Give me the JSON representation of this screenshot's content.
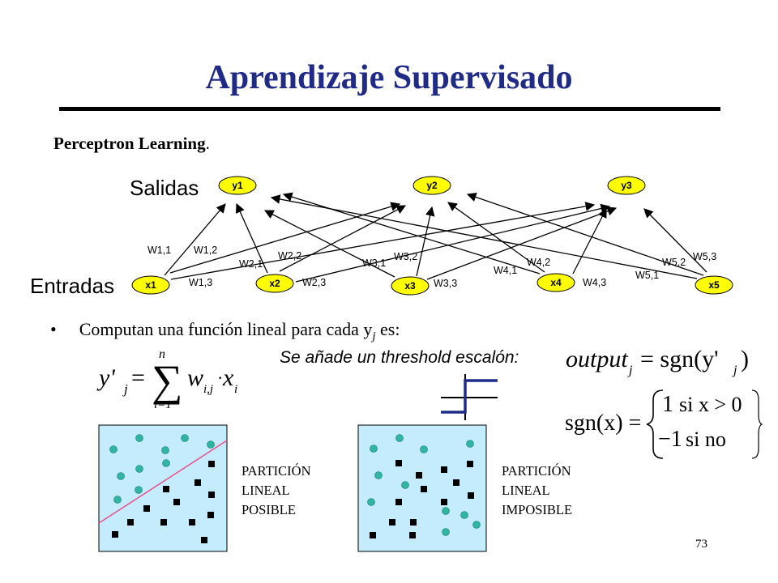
{
  "slide": {
    "title": "Aprendizaje Supervisado",
    "subtitle": "Perceptron Learning",
    "subtitle_period": ".",
    "page_number": "73"
  },
  "network": {
    "outputs_label": "Salidas",
    "inputs_label": "Entradas",
    "output_nodes": [
      "y1",
      "y2",
      "y3"
    ],
    "input_nodes": [
      "x1",
      "x2",
      "x3",
      "x4",
      "x5"
    ],
    "weight_labels": [
      "W1,1",
      "W1,2",
      "W1,3",
      "W2,1",
      "W2,2",
      "W2,3",
      "W3,1",
      "W3,2",
      "W3,3",
      "W4,1",
      "W4,2",
      "W4,3",
      "W5,1",
      "W5,2",
      "W5,3"
    ],
    "node_fill": "#ffff00"
  },
  "text": {
    "bullet": "•",
    "bullet_text_prefix": "Computan una función lineal para cada y",
    "bullet_sub": "j",
    "bullet_text_suffix": " es:",
    "threshold_note": "Se añade un threshold escalón:"
  },
  "formulas": {
    "linear_lhs": "y'",
    "linear_lhs_sub": "j",
    "equals": "=",
    "sum_symbol": "∑",
    "sum_upper": "n",
    "sum_lower": "i=1",
    "linear_term_w": "w",
    "linear_term_w_sub": "i,j",
    "linear_term_dot": "·",
    "linear_term_x": "x",
    "linear_term_x_sub": "i",
    "output_lhs": "output",
    "output_lhs_sub": "j",
    "output_rhs": "= sgn(y'",
    "output_rhs_sub": "j",
    "output_rhs_close": ")",
    "sgn_lhs": "sgn(x) =",
    "sgn_case1_value": "1",
    "sgn_case1_cond": "si x > 0",
    "sgn_case2_value": "−1",
    "sgn_case2_cond": "si no"
  },
  "partitions": [
    {
      "lines": [
        "PARTICIÓN",
        "LINEAL",
        "POSIBLE"
      ],
      "has_separator": true
    },
    {
      "lines": [
        "PARTICIÓN",
        "LINEAL",
        "IMPOSIBLE"
      ],
      "has_separator": false
    }
  ],
  "colors": {
    "title": "#1f2b87",
    "plot_bg": "#c5ecfd",
    "circle_points": "#2fb5a2",
    "square_points": "#000000",
    "separator_line": "#ea4f8a",
    "step_function": "#1f2b87"
  }
}
